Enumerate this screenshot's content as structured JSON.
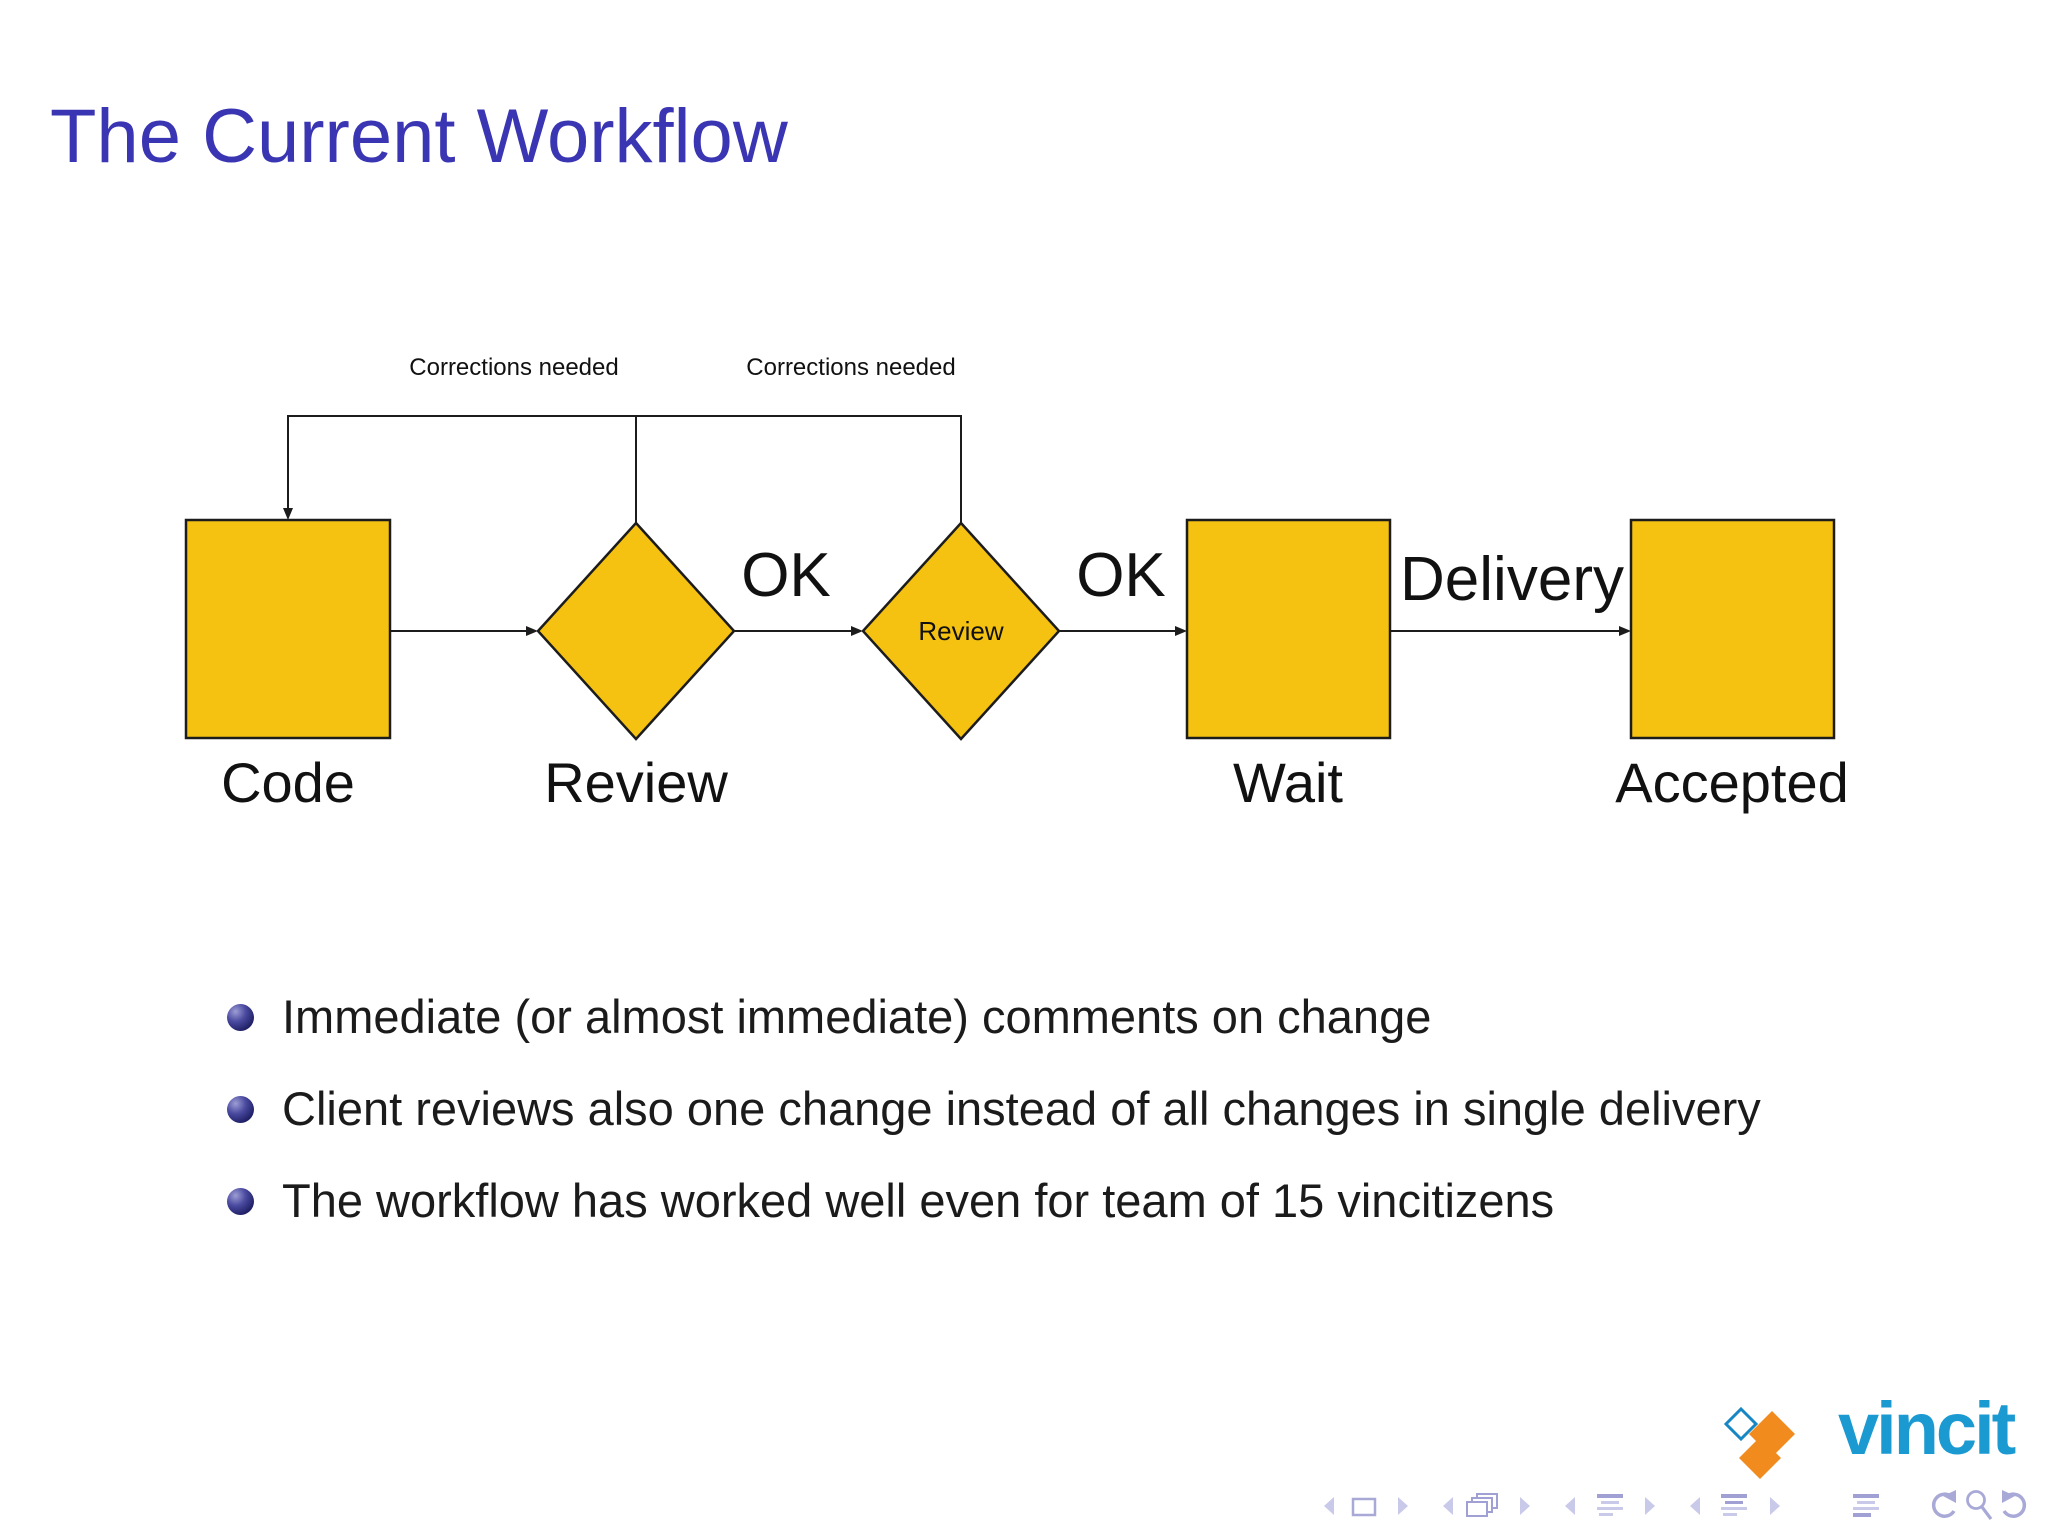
{
  "slide": {
    "title": "The Current Workflow",
    "bullets": [
      "Immediate (or almost immediate) comments on change",
      "Client reviews also one change instead of all changes in single delivery",
      "The workflow has worked well even for team of 15 vincitizens"
    ]
  },
  "diagram": {
    "node_code_label": "Code",
    "node_review_label": "Review",
    "node_wait_label": "Wait",
    "node_accepted_label": "Accepted",
    "decision_review_text": "Review",
    "edge_ok1_label": "OK",
    "edge_ok2_label": "OK",
    "edge_delivery_label": "Delivery",
    "edge_corrections1_label": "Corrections needed",
    "edge_corrections2_label": "Corrections needed"
  },
  "logo": {
    "text": "vincit"
  },
  "colors": {
    "title": "#3a35b2",
    "node_fill": "#f5c211",
    "node_stroke": "#1c1c1c",
    "body_text": "#1b1b1b",
    "logo_text": "#1b9ad2",
    "logo_orange": "#f28b1e",
    "logo_outline_blue": "#1787c4",
    "nav_symbols": "#a9a9d8"
  },
  "nav": {
    "icons": [
      "prev-slide-arrow",
      "frame",
      "next-slide-arrow",
      "prev-frame-arrow",
      "frame-stack",
      "next-frame-arrow",
      "prev-subsection-arrow",
      "subsection-list",
      "next-subsection-arrow",
      "prev-section-arrow",
      "section-list",
      "next-section-arrow",
      "appendix-list",
      "back-history",
      "search",
      "forward-history"
    ]
  }
}
